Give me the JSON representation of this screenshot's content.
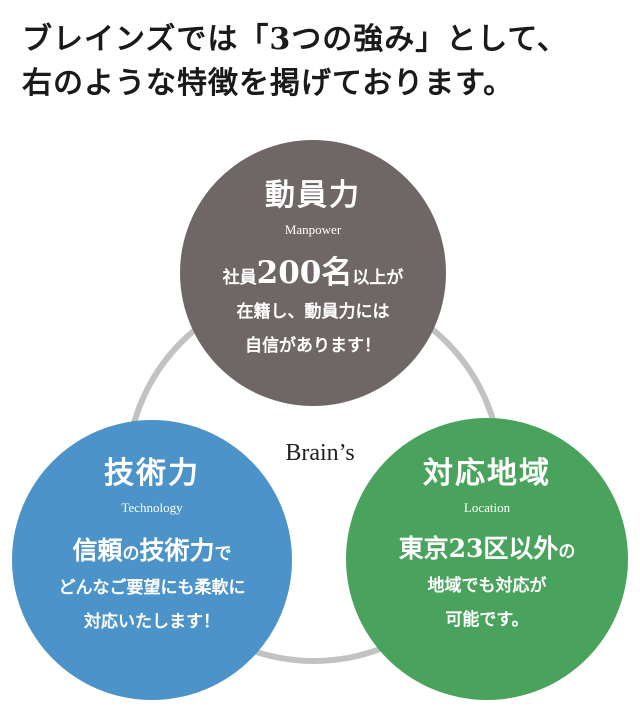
{
  "headline": {
    "line1": "ブレインズでは「3つの強み」として、",
    "line2": "右のような特徴を掲げております。"
  },
  "center_label": "Brain’s",
  "colors": {
    "top_circle": "#6f6766",
    "left_circle": "#4b93c8",
    "right_circle": "#4aa35c",
    "ring": "#c2c2c2"
  },
  "circles": {
    "manpower": {
      "title": "動員力",
      "subtitle": "Manpower",
      "line1_pre": "社員",
      "line1_big": "200名",
      "line1_post": "以上が",
      "line2": "在籍し、動員力には",
      "line3": "自信があります！"
    },
    "technology": {
      "title": "技術力",
      "subtitle": "Technology",
      "line1_a": "信頼",
      "line1_b": "の",
      "line1_c": "技術力",
      "line1_d": "で",
      "line2": "どんなご要望にも柔軟に",
      "line3": "対応いたします！"
    },
    "location": {
      "title": "対応地域",
      "subtitle": "Location",
      "line1_big": "東京23区以外",
      "line1_post": "の",
      "line2": "地域でも対応が",
      "line3": "可能です。"
    }
  }
}
